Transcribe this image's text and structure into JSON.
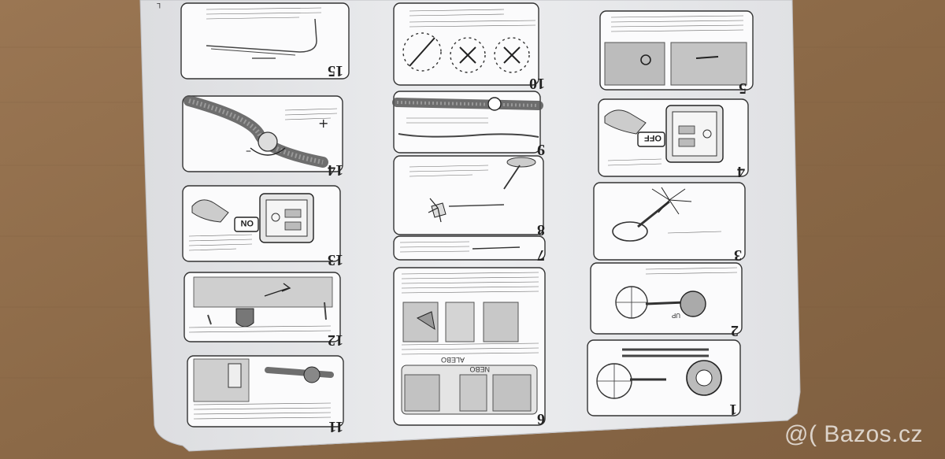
{
  "watermark": "@( Bazos.cz",
  "sheet_corner_mark": "L",
  "labels": {
    "on_left": "ON",
    "off_right": "OFF",
    "nebo": "NEBO",
    "alebo": "ALEBO",
    "up": "UP"
  },
  "steps": [
    "1",
    "2",
    "3",
    "4",
    "5",
    "6",
    "7",
    "8",
    "9",
    "10",
    "11",
    "12",
    "13",
    "14",
    "15"
  ],
  "colors": {
    "cardboard": "#8f6d4c",
    "paper": "#e9eaec",
    "ink": "#2b2b2b",
    "panel_fill": "#d4d4d4"
  }
}
